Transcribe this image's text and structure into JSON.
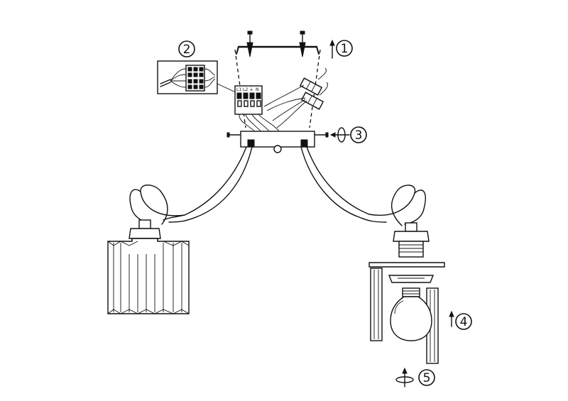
{
  "steps": [
    {
      "number": "1"
    },
    {
      "number": "2"
    },
    {
      "number": "3"
    },
    {
      "number": "4"
    },
    {
      "number": "5"
    }
  ],
  "terminal_labels": {
    "l1": "L1",
    "l2": "L2",
    "n": "N",
    "earth": "⏚"
  }
}
